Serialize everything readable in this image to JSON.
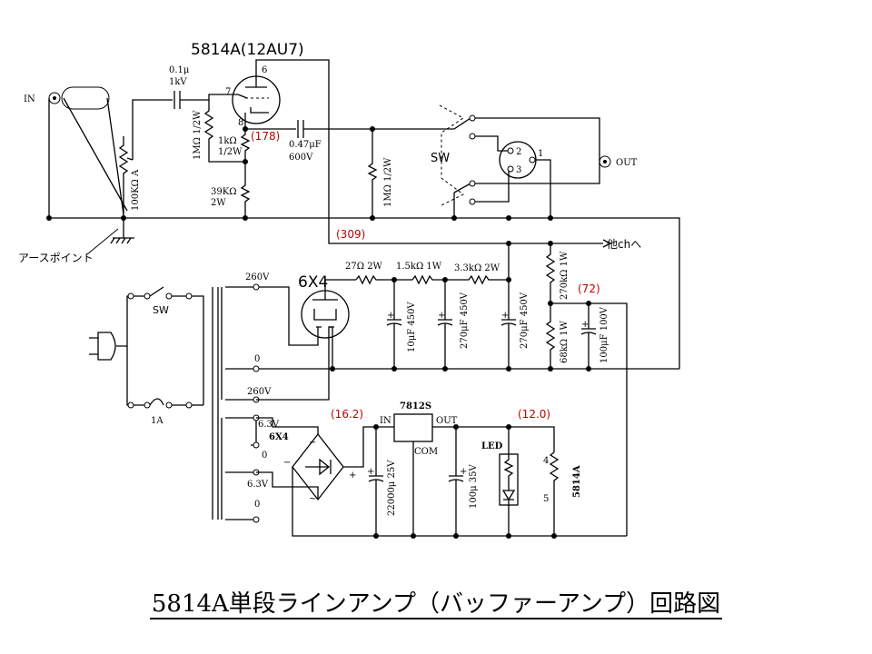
{
  "title": "5814A単段ラインアンプ（バッファーアンプ）回路図",
  "tubes": {
    "main": "5814A(12AU7)",
    "rectifier": "6X4"
  },
  "pins": {
    "p6": "6",
    "p7": "7",
    "p8": "8",
    "p2": "2",
    "p3": "3",
    "p1": "1",
    "p4": "4",
    "p5": "5"
  },
  "labels": {
    "in": "IN",
    "out": "OUT",
    "earth_point": "アースポイント",
    "to_other_ch": "他chへ",
    "sw_signal": "SW",
    "sw_power": "SW",
    "fuse": "1A",
    "reg_in": "IN",
    "reg_out": "OUT",
    "reg_com": "COM",
    "regulator": "7812S",
    "led": "LED",
    "heater_label": "5814A"
  },
  "components": {
    "c_in": [
      "0.1μ",
      "1kV"
    ],
    "c_out": [
      "0.47μF",
      "600V"
    ],
    "r_grid": "1MΩ 1/2W",
    "r_cathode": [
      "1kΩ",
      "1/2W"
    ],
    "r_cathode2": [
      "39KΩ",
      "2W"
    ],
    "vol": "100KΩ A",
    "r_out": "1MΩ 1/2W",
    "r_27": "27Ω 2W",
    "r_15k": "1.5kΩ 1W",
    "r_33k": "3.3kΩ 2W",
    "c_10u": "10μF 450V",
    "c_270a": "270μF 450V",
    "c_270b": "270μF 450V",
    "r_270k": "270kΩ 1W",
    "r_68k": "68kΩ 1W",
    "c_100u": "100μF 100V",
    "c_22000": "22000μ 25V",
    "c_100_35": "100μ 35V"
  },
  "transformer": {
    "t260a": "260V",
    "t0a": "0",
    "t260b": "260V",
    "t63a": "6.3V",
    "t6x4": "6X4",
    "t0b": "0",
    "t63b": "6.3V",
    "t0c": "0"
  },
  "voltages": {
    "v178": "(178)",
    "v309": "(309)",
    "v72": "(72)",
    "v162": "(16.2)",
    "v120": "(12.0)"
  },
  "bridge": {
    "plus": "+",
    "minus": "−",
    "ac1": "~",
    "ac2": "~"
  }
}
